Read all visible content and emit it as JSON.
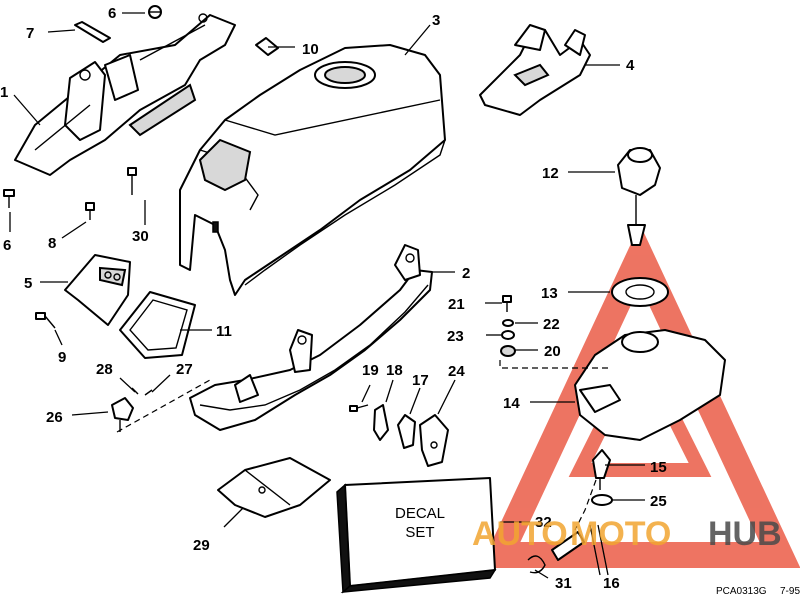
{
  "callouts": {
    "c1": "1",
    "c2": "2",
    "c3": "3",
    "c4": "4",
    "c5": "5",
    "c6a": "6",
    "c6b": "6",
    "c7": "7",
    "c8": "8",
    "c9": "9",
    "c10": "10",
    "c11": "11",
    "c12": "12",
    "c13": "13",
    "c14": "14",
    "c15": "15",
    "c16": "16",
    "c17": "17",
    "c18": "18",
    "c19": "19",
    "c20": "20",
    "c21": "21",
    "c22": "22",
    "c23": "23",
    "c24": "24",
    "c25": "25",
    "c26": "26",
    "c27": "27",
    "c28": "28",
    "c29": "29",
    "c30": "30",
    "c31": "31",
    "c32": "32"
  },
  "decal": {
    "line1": "DECAL",
    "line2": "SET"
  },
  "footer": {
    "code": "PCA0313G",
    "date": "7-95"
  },
  "watermark": {
    "part1": "AUTO",
    "part2": "MOTO",
    "part3": "HUB"
  },
  "colors": {
    "watermark_red": "#e8462e",
    "watermark_orange": "#f2a531",
    "watermark_gray": "#4a4a4a"
  }
}
